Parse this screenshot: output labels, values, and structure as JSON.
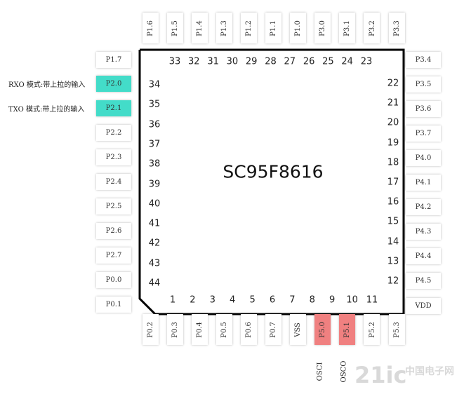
{
  "chip": {
    "name": "SC95F8616"
  },
  "top_pins": [
    {
      "label": "P1.6",
      "number": "33",
      "highlight": ""
    },
    {
      "label": "P1.5",
      "number": "32",
      "highlight": ""
    },
    {
      "label": "P1.4",
      "number": "31",
      "highlight": ""
    },
    {
      "label": "P1.3",
      "number": "30",
      "highlight": ""
    },
    {
      "label": "P1.2",
      "number": "29",
      "highlight": ""
    },
    {
      "label": "P1.1",
      "number": "28",
      "highlight": ""
    },
    {
      "label": "P1.0",
      "number": "27",
      "highlight": ""
    },
    {
      "label": "P3.0",
      "number": "26",
      "highlight": ""
    },
    {
      "label": "P3.1",
      "number": "25",
      "highlight": ""
    },
    {
      "label": "P3.2",
      "number": "24",
      "highlight": ""
    },
    {
      "label": "P3.3",
      "number": "23",
      "highlight": ""
    }
  ],
  "left_pins": [
    {
      "label": "P1.7",
      "number": "",
      "highlight": ""
    },
    {
      "label": "P2.0",
      "number": "34",
      "highlight": "cyan"
    },
    {
      "label": "P2.1",
      "number": "35",
      "highlight": "cyan"
    },
    {
      "label": "P2.2",
      "number": "36",
      "highlight": ""
    },
    {
      "label": "P2.3",
      "number": "37",
      "highlight": ""
    },
    {
      "label": "P2.4",
      "number": "38",
      "highlight": ""
    },
    {
      "label": "P2.5",
      "number": "39",
      "highlight": ""
    },
    {
      "label": "P2.6",
      "number": "40",
      "highlight": ""
    },
    {
      "label": "P2.7",
      "number": "41",
      "highlight": ""
    },
    {
      "label": "P0.0",
      "number": "42",
      "highlight": ""
    },
    {
      "label": "P0.1",
      "number": "43",
      "highlight": ""
    }
  ],
  "left_extra_number": "44",
  "right_pins": [
    {
      "label": "P3.4",
      "number": "",
      "highlight": ""
    },
    {
      "label": "P3.5",
      "number": "22",
      "highlight": ""
    },
    {
      "label": "P3.6",
      "number": "21",
      "highlight": ""
    },
    {
      "label": "P3.7",
      "number": "20",
      "highlight": ""
    },
    {
      "label": "P4.0",
      "number": "19",
      "highlight": ""
    },
    {
      "label": "P4.1",
      "number": "18",
      "highlight": ""
    },
    {
      "label": "P4.2",
      "number": "17",
      "highlight": ""
    },
    {
      "label": "P4.3",
      "number": "16",
      "highlight": ""
    },
    {
      "label": "P4.4",
      "number": "15",
      "highlight": ""
    },
    {
      "label": "P4.5",
      "number": "14",
      "highlight": ""
    },
    {
      "label": "VDD",
      "number": "13",
      "highlight": ""
    }
  ],
  "right_extra_number": "12",
  "bottom_pins": [
    {
      "label": "P0.2",
      "number": "1",
      "highlight": ""
    },
    {
      "label": "P0.3",
      "number": "2",
      "highlight": ""
    },
    {
      "label": "P0.4",
      "number": "3",
      "highlight": ""
    },
    {
      "label": "P0.5",
      "number": "4",
      "highlight": ""
    },
    {
      "label": "P0.6",
      "number": "5",
      "highlight": ""
    },
    {
      "label": "P0.7",
      "number": "6",
      "highlight": ""
    },
    {
      "label": "VSS",
      "number": "7",
      "highlight": ""
    },
    {
      "label": "P5.0",
      "number": "8",
      "highlight": "red"
    },
    {
      "label": "P5.1",
      "number": "9",
      "highlight": "red"
    },
    {
      "label": "P5.2",
      "number": "10",
      "highlight": ""
    },
    {
      "label": "P5.3",
      "number": "11",
      "highlight": ""
    }
  ],
  "annotations": {
    "rxo": "RXO 模式:带上拉的输入",
    "txo": "TXO 模式:带上拉的输入",
    "osci": "OSCI",
    "osco": "OSCO"
  },
  "watermark": {
    "brand": "21ic",
    "site_cn": "中国电子网"
  },
  "colors": {
    "cyan": "#43dcc9",
    "red": "#f08080",
    "outline": "#000000"
  }
}
